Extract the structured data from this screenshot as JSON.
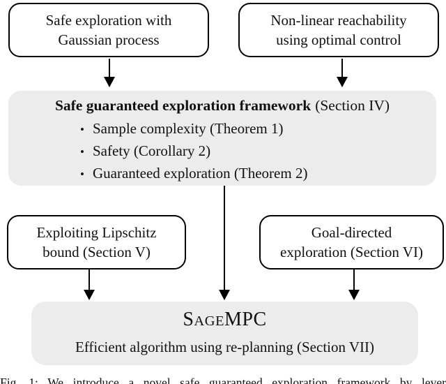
{
  "colors": {
    "box_fill": "#ececec",
    "line": "#000000",
    "background": "#ffffff",
    "text": "#111111"
  },
  "boxes": {
    "safe_exploration": {
      "line1": "Safe exploration with",
      "line2": "Gaussian process"
    },
    "reachability": {
      "line1": "Non-linear reachability",
      "line2": "using optimal control"
    },
    "framework": {
      "title_bold": "Safe guaranteed exploration framework",
      "title_suffix": "(Section IV)",
      "bullets": [
        "Sample complexity (Theorem 1)",
        "Safety (Corollary 2)",
        "Guaranteed exploration (Theorem 2)"
      ]
    },
    "lipschitz": {
      "line1": "Exploiting Lipschitz",
      "line2": "bound (Section V)"
    },
    "goal_directed": {
      "line1": "Goal-directed",
      "line2": "exploration (Section VI)"
    },
    "sagempc": {
      "name_s": "S",
      "name_age": "AGE",
      "name_mpc": "MPC",
      "subtitle": "Efficient algorithm using re-planning (Section VII)"
    }
  },
  "caption": "Fig. 1: We introduce a novel safe guaranteed exploration framework by lever"
}
